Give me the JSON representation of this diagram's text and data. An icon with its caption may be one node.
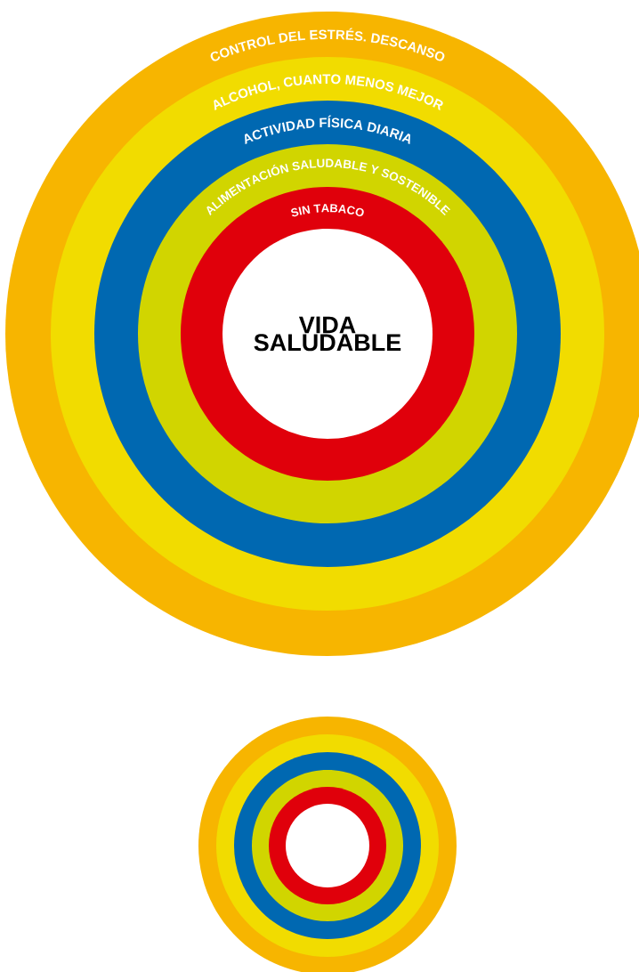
{
  "diagram": {
    "nodes": [
      {
        "text": [
          "CONTROL DEL ESTRÉS. DESCANSO"
        ]
      },
      {
        "text": [
          "ALCOHOL, CUANTO MENOS MEJOR"
        ],
        "in": 0
      },
      {
        "text": [
          "ACTIVIDAD FÍSICA DIARIA"
        ],
        "in": 1
      },
      {
        "text": [
          "ALIMENTACIÓN SALUDABLE Y SOSTENIBLE"
        ],
        "in": 2
      },
      {
        "text": [
          "SIN TABACO"
        ],
        "in": 3
      },
      {
        "text": [
          "VIDA SALUDABLE"
        ],
        "in": 4
      },
      {
        "text": [],
        "shape": "circle"
      },
      {
        "text": [],
        "shape": "circle",
        "in": 6
      },
      {
        "text": [],
        "shape": "circle",
        "in": 7
      },
      {
        "text": [],
        "shape": "circle",
        "in": 8
      },
      {
        "text": [],
        "shape": "circle",
        "in": 9
      },
      {
        "text": [],
        "shape": "circle",
        "in": 10
      }
    ]
  }
}
